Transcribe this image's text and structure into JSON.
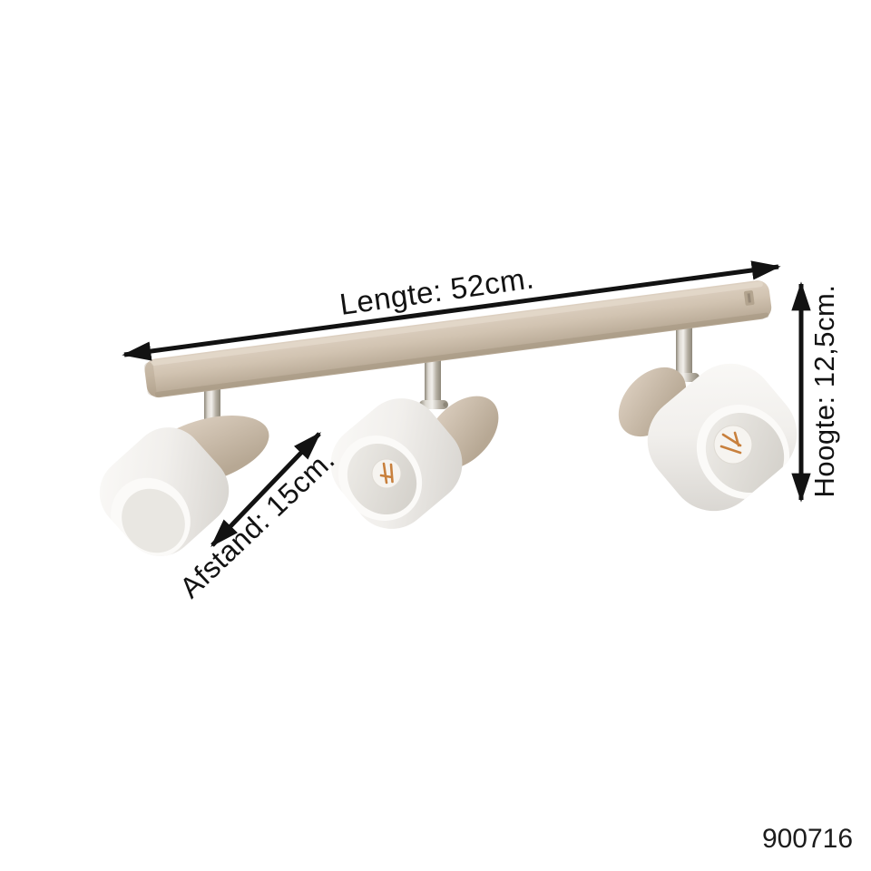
{
  "image": {
    "kind": "product-dimension-diagram",
    "alt": "Ceiling spot bar light with three white spot shades and dimension arrows"
  },
  "product": {
    "code": "900716",
    "spot_count": 3
  },
  "annotations": {
    "length_label": "Lengte: 52cm.",
    "height_label": "Hoogte: 12,5cm.",
    "distance_label": "Afstand: 15cm."
  },
  "dimensions_cm": {
    "length": 52,
    "height": 12.5,
    "distance": 15
  },
  "colors": {
    "page-bg": "#ffffff",
    "annotation": "#121212",
    "code-text": "#1c1c1c",
    "bar-light": "#ddd0c1",
    "bar-mid": "#d2c4b2",
    "bar-dark": "#b3a violet",
    "metal-light": "#dcd8d1",
    "metal-mid": "#b5afa3",
    "metal-dark": "#8d8779",
    "body-light": "#dccfc0",
    "body-dark": "#b7a894",
    "shade-light": "#fbfaf8",
    "shade-mid": "#f1efec",
    "shade-dark": "#d7d4cf",
    "cavity-light": "#efede9",
    "cavity-dark": "#d6d3cd",
    "bulb-glass": "#f6f4f0",
    "filament": "#c8803d"
  }
}
